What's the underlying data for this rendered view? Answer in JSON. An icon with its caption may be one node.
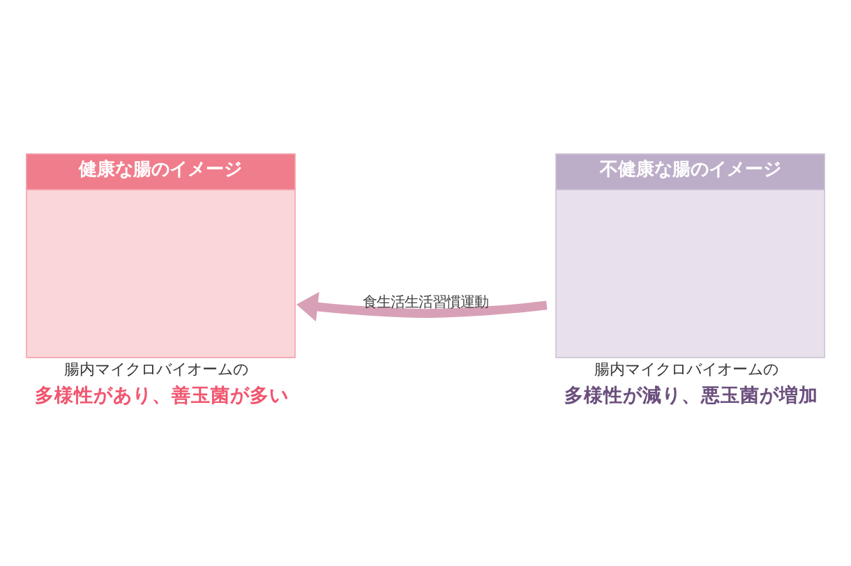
{
  "diagram": {
    "nodes": [
      {
        "text": [
          "健康な腸のイメージ"
        ],
        "beside": [
          "腸内マイクロバイオームの",
          "多様性があり、善玉菌が多い"
        ]
      },
      {
        "text": [
          "不健康な腸のイメージ"
        ],
        "beside": [
          "腸内マイクロバイオームの",
          "多様性が減り、悪玉菌が増加"
        ]
      }
    ],
    "edges": [
      {
        "from": 1,
        "to": 0,
        "arrow": "to",
        "label": "食生活生活習慣運動"
      }
    ]
  }
}
